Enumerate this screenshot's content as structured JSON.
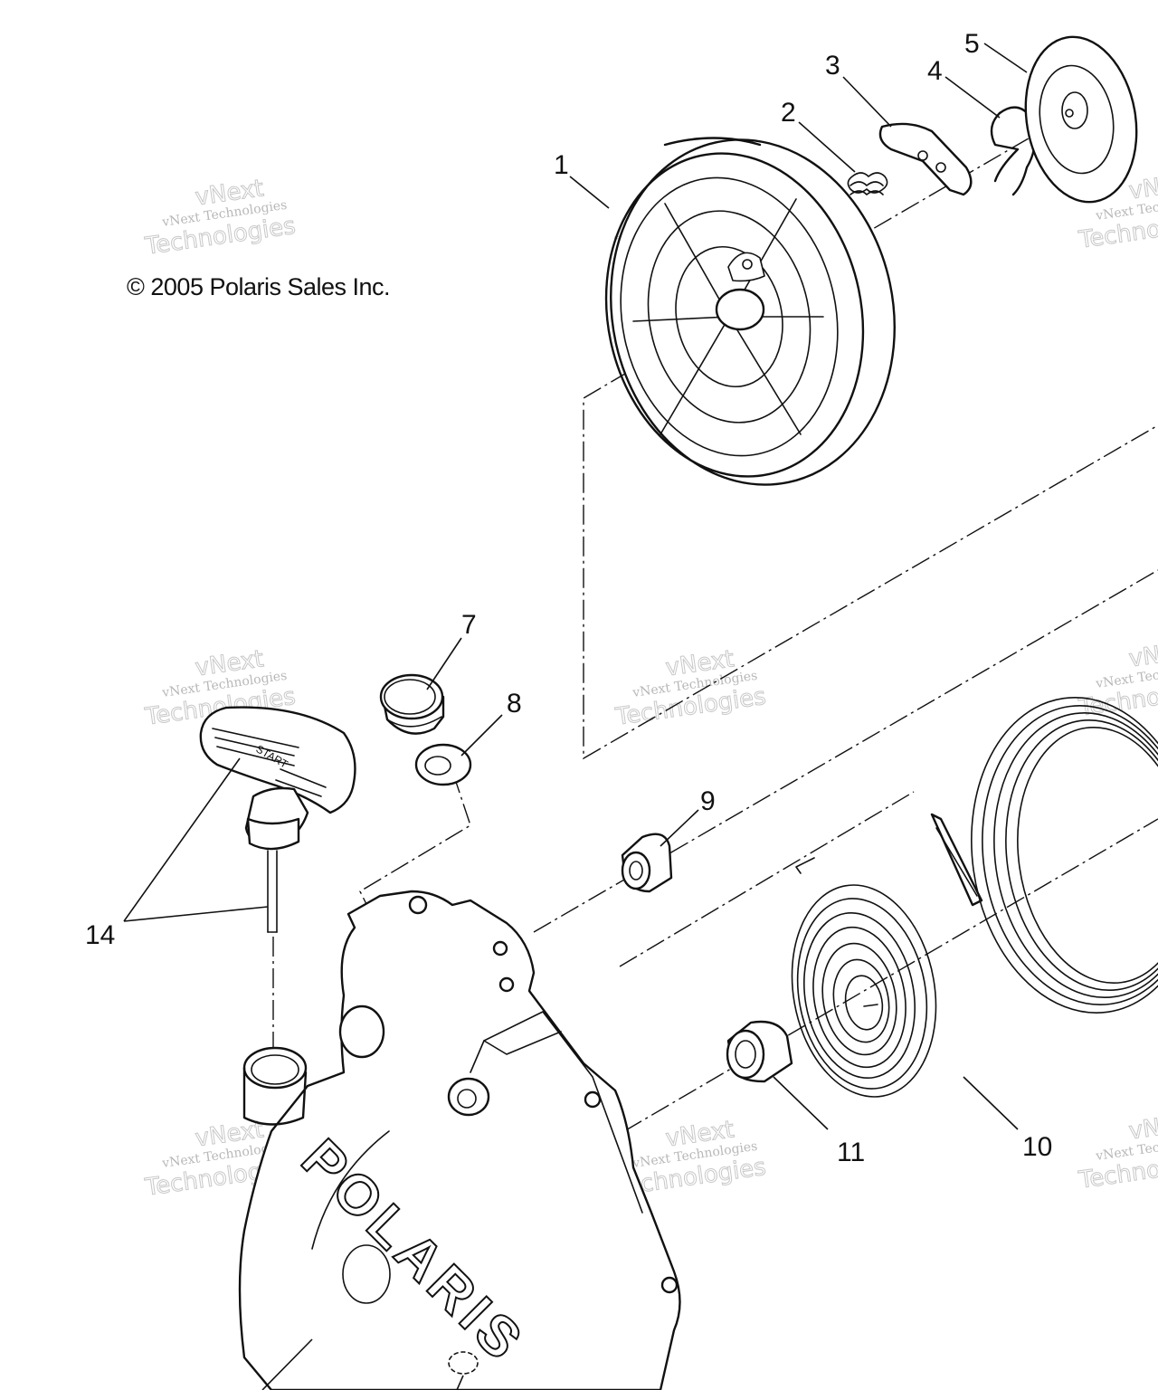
{
  "copyright": "© 2005 Polaris Sales Inc.",
  "watermark": {
    "line1": "vNext Technologies",
    "line2": "Technologies",
    "line3": "vNext"
  },
  "brand_logo_text": "POLARIS",
  "handle_text": "START",
  "callouts": {
    "c1": "1",
    "c2": "2",
    "c3": "3",
    "c4": "4",
    "c5": "5",
    "c7": "7",
    "c8": "8",
    "c9": "9",
    "c10": "10",
    "c11": "11",
    "c14": "14"
  }
}
